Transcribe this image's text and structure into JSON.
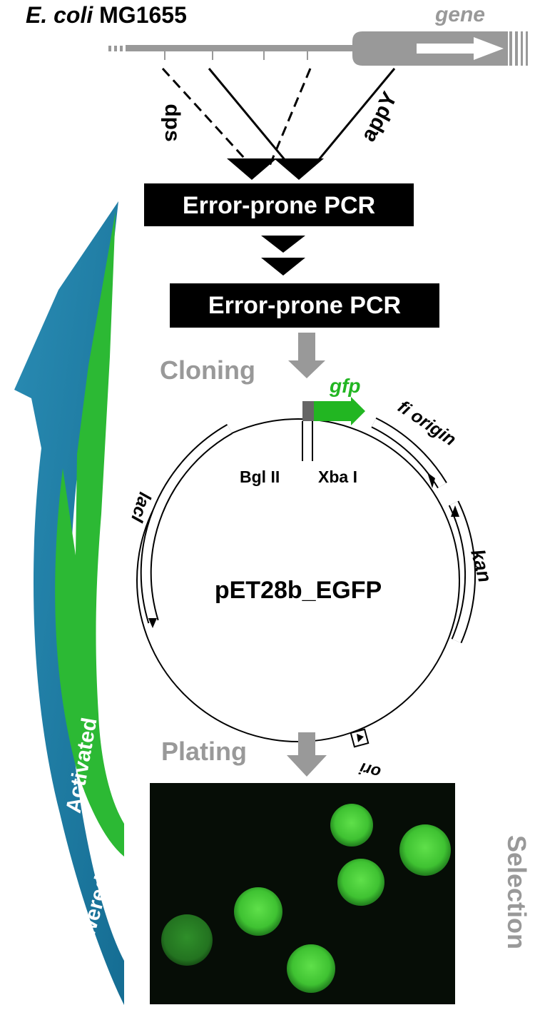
{
  "organism": {
    "italic": "E. coli",
    "strain": " MG1655"
  },
  "gene_label": "gene",
  "promoters": {
    "left": "dps",
    "right": "appY"
  },
  "steps": {
    "pcr1": "Error-prone PCR",
    "pcr2": "Error-prone PCR",
    "cloning": "Cloning",
    "plating": "Plating",
    "selection": "Selection"
  },
  "plasmid": {
    "name": "pET28b_EGFP",
    "gfp": "gfp",
    "sites": {
      "left": "Bgl II",
      "right": "Xba I"
    },
    "features": {
      "f1": "fi origin",
      "kan": "kan",
      "lacI": "lacI",
      "ori": "ori"
    }
  },
  "outcomes": {
    "activated": "Activated",
    "lowered": "Lowered"
  },
  "colors": {
    "gray": "#999999",
    "gfp_green": "#22b622",
    "activated_green": "#2cb934",
    "lowered_blue": "#1f7fa8",
    "black": "#000000"
  }
}
